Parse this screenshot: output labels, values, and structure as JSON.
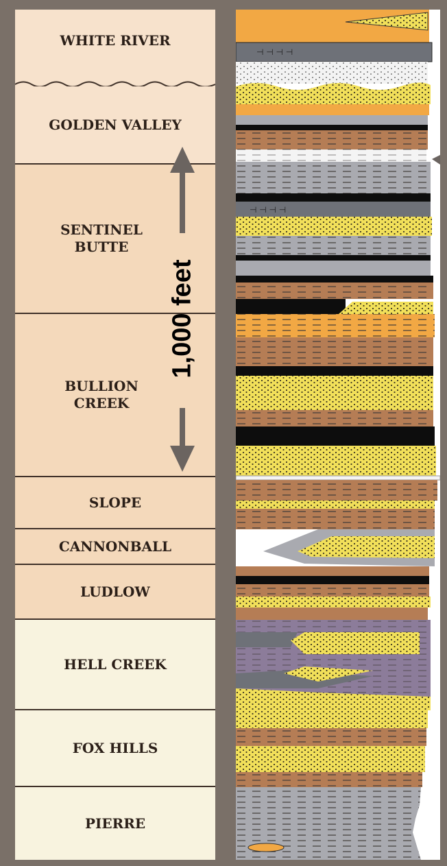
{
  "formations": [
    {
      "name": "WHITE RIVER",
      "color": "#f7e2cc"
    },
    {
      "name": "GOLDEN VALLEY",
      "color": "#f7e2cc"
    },
    {
      "name": "SENTINEL BUTTE",
      "color": "#f4d9bb"
    },
    {
      "name": "BULLION CREEK",
      "color": "#f4d9bb"
    },
    {
      "name": "SLOPE",
      "color": "#f4d9bb"
    },
    {
      "name": "CANNONBALL",
      "color": "#f4d9bb"
    },
    {
      "name": "LUDLOW",
      "color": "#f4d9bb"
    },
    {
      "name": "HELL CREEK",
      "color": "#f8f3df"
    },
    {
      "name": "FOX HILLS",
      "color": "#f8f3df"
    },
    {
      "name": "PIERRE",
      "color": "#f8f3df"
    }
  ],
  "scale_bar": {
    "label": "1,000 feet",
    "color": "#6b6460"
  },
  "lithology_colors": {
    "sandstone": "#f2e05a",
    "orange_sand": "#f2a844",
    "mudstone": "#b57d55",
    "lignite": "#0d0d0d",
    "claystone": "#a9aab0",
    "limestone": "#6e7178",
    "white_clay": "#f4f4f4",
    "shale": "#8c7c9a"
  }
}
